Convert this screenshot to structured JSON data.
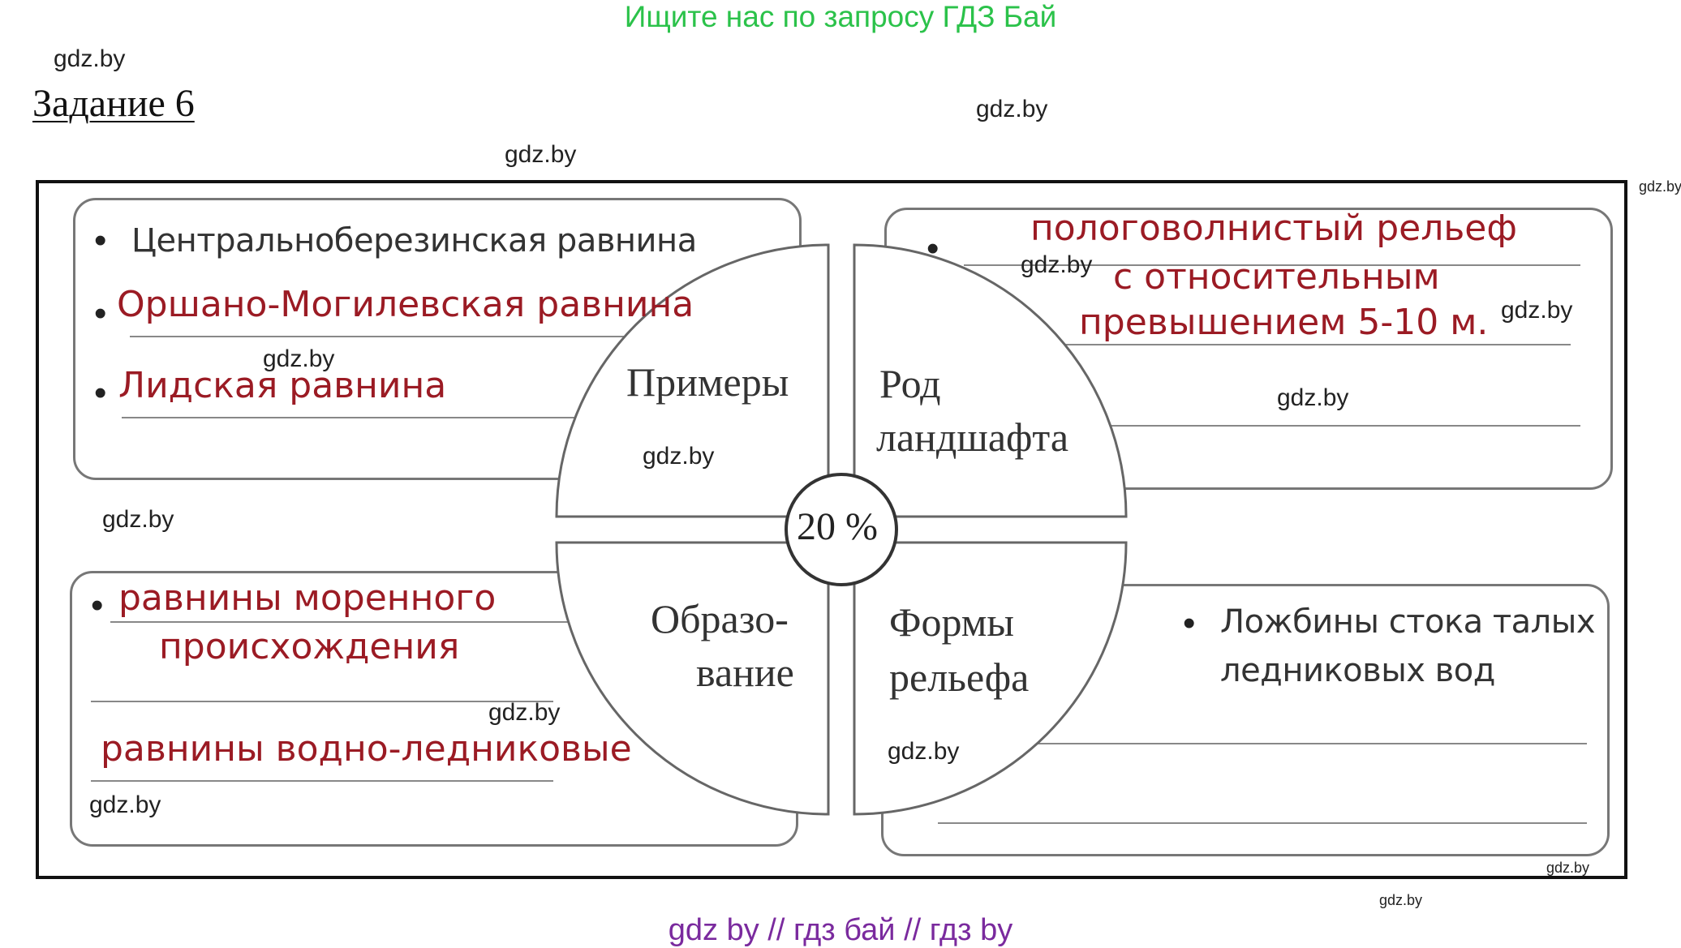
{
  "banner": "Ищите нас по запросу ГДЗ Бай",
  "watermark": "gdz.by",
  "title": "Задание 6",
  "center": "20 %",
  "quadrants": {
    "examples": "Примеры",
    "landscape_l1": "Род",
    "landscape_l2": "ландшафта",
    "formation_l1": "Образо-",
    "formation_l2": "вание",
    "relief_l1": "Формы",
    "relief_l2": "рельефа"
  },
  "examples_box": {
    "item1": "Центральноберезинская равнина",
    "item2": "Оршано-Могилевская равнина",
    "item3": "Лидская равнина"
  },
  "landscape_box": {
    "line1": "пологоволнистый рельеф",
    "line2": "с относительным",
    "line3": "превышением 5-10 м."
  },
  "formation_box": {
    "item1_l1": "равнины моренного",
    "item1_l2": "происхождения",
    "item2": "равнины водно-ледниковые"
  },
  "relief_box": {
    "item1_l1": "Ложбины стока талых",
    "item1_l2": "ледниковых вод"
  },
  "footer": "gdz by  //  гдз бай  //  гдз by"
}
